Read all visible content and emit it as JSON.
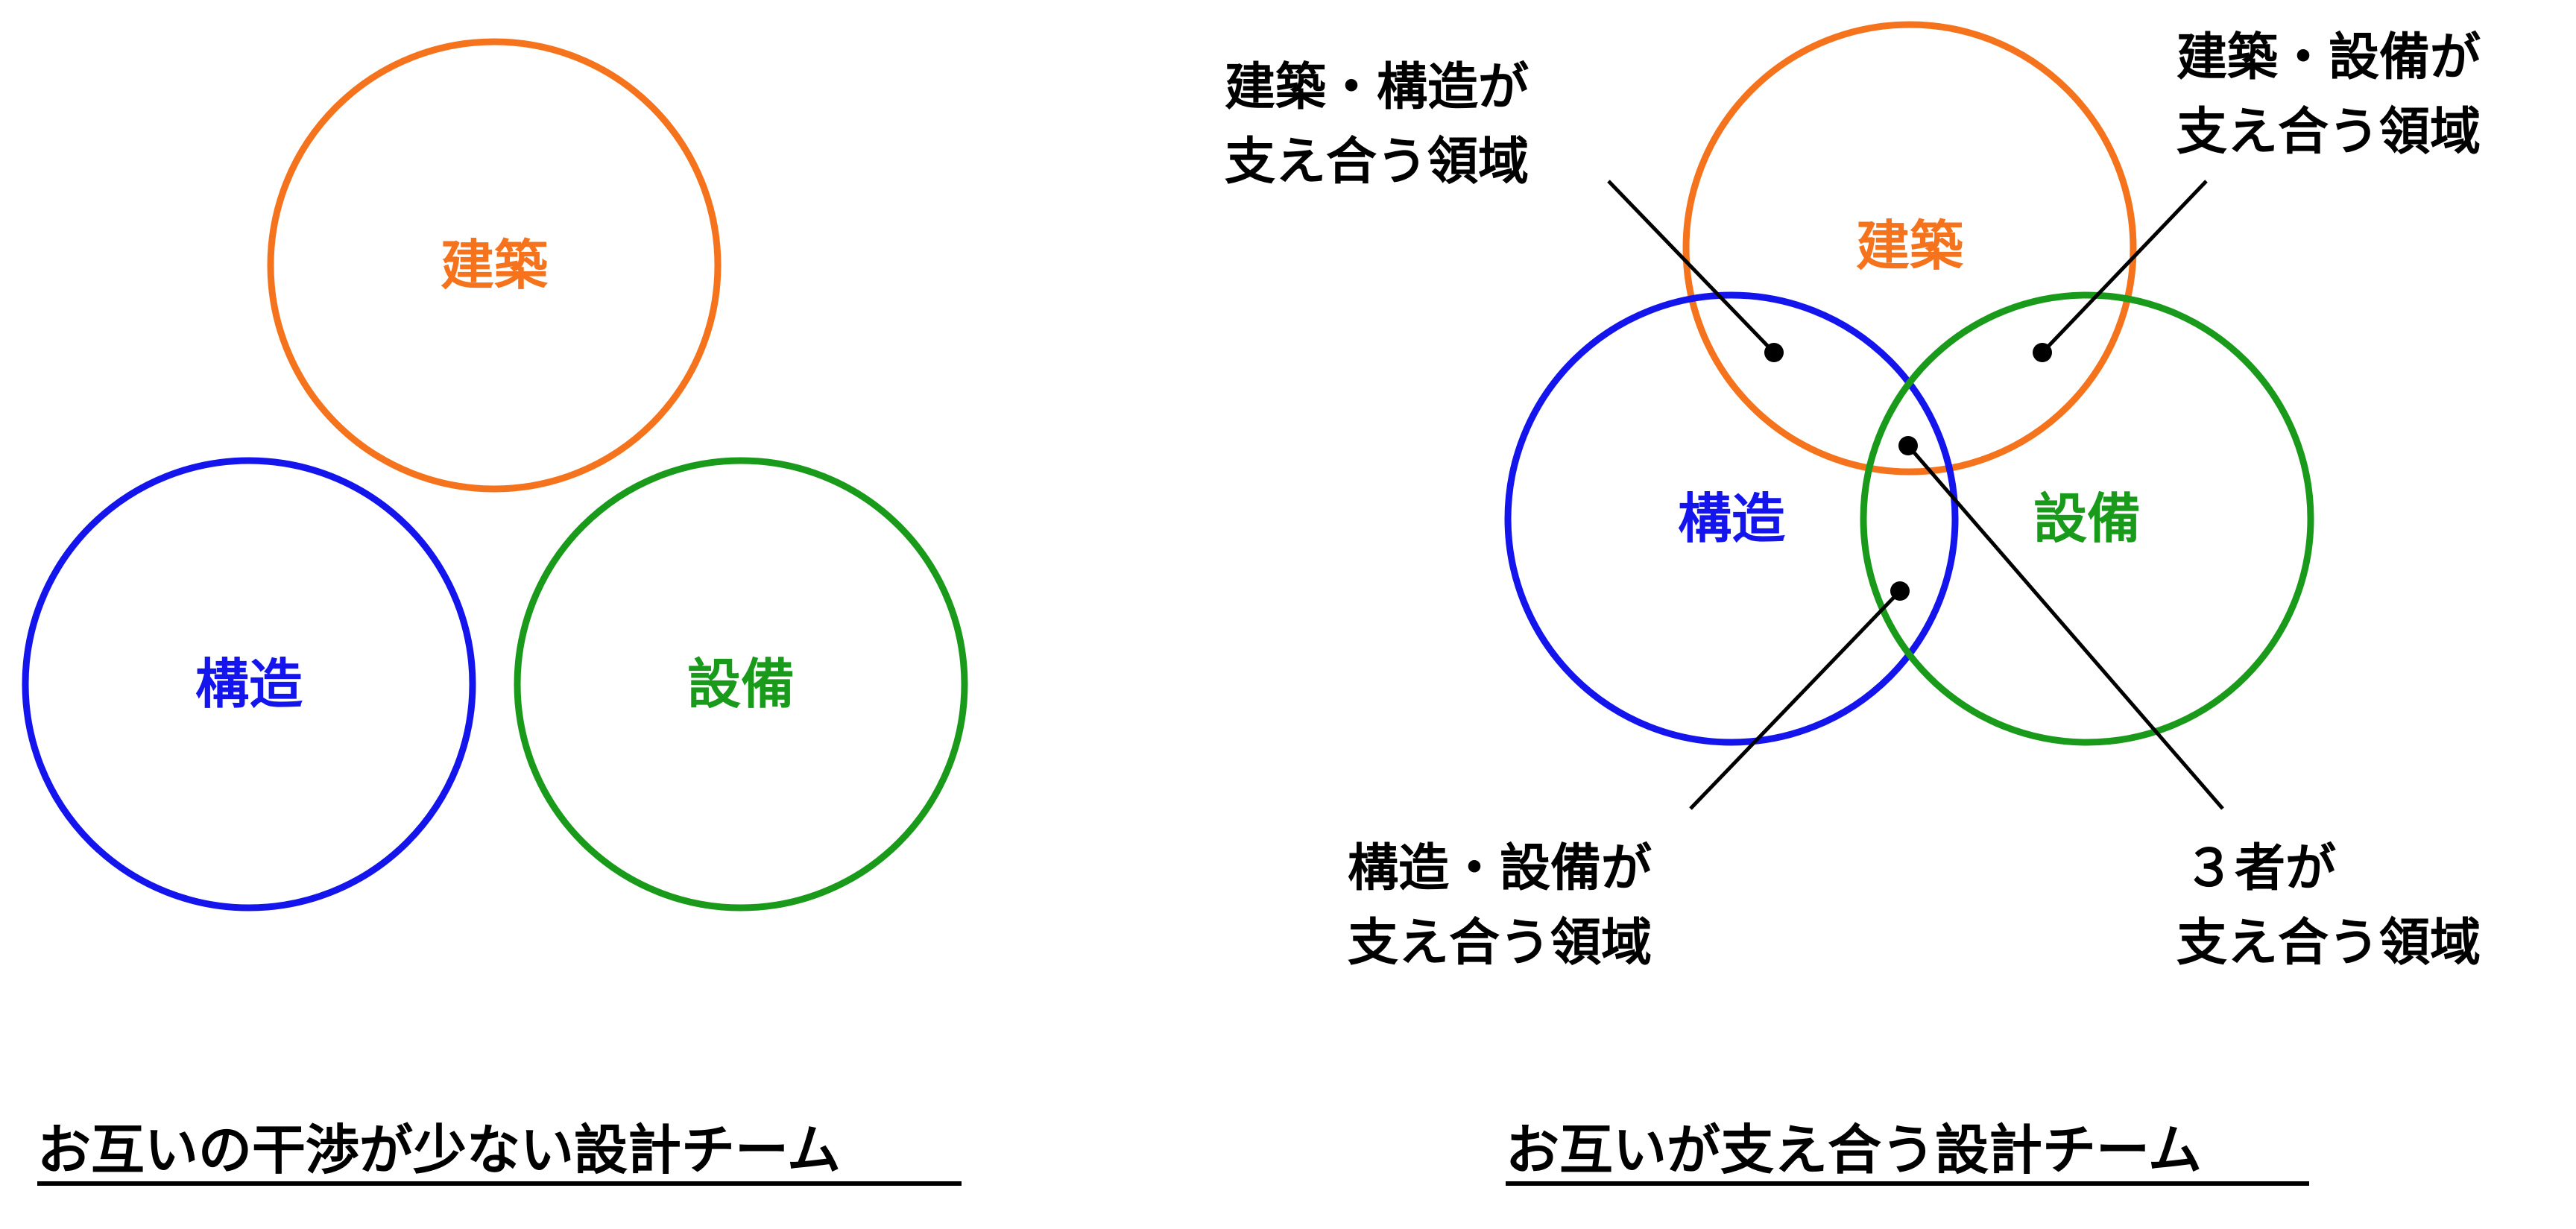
{
  "colors": {
    "architecture": "#f4731c",
    "structure": "#1414ec",
    "equipment": "#1a9a1a",
    "text": "#000000",
    "background": "#ffffff"
  },
  "left_diagram": {
    "labels": {
      "architecture": "建築",
      "structure": "構造",
      "equipment": "設備"
    },
    "caption": "お互いの干渉が少ない設計チーム"
  },
  "right_diagram": {
    "labels": {
      "architecture": "建築",
      "structure": "構造",
      "equipment": "設備"
    },
    "callouts": {
      "arch_struct": [
        "建築・構造が",
        "支え合う領域"
      ],
      "arch_equip": [
        "建築・設備が",
        "支え合う領域"
      ],
      "struct_equip": [
        "構造・設備が",
        "支え合う領域"
      ],
      "all_three": [
        "３者が",
        "支え合う領域"
      ]
    },
    "caption": "お互いが支え合う設計チーム"
  }
}
